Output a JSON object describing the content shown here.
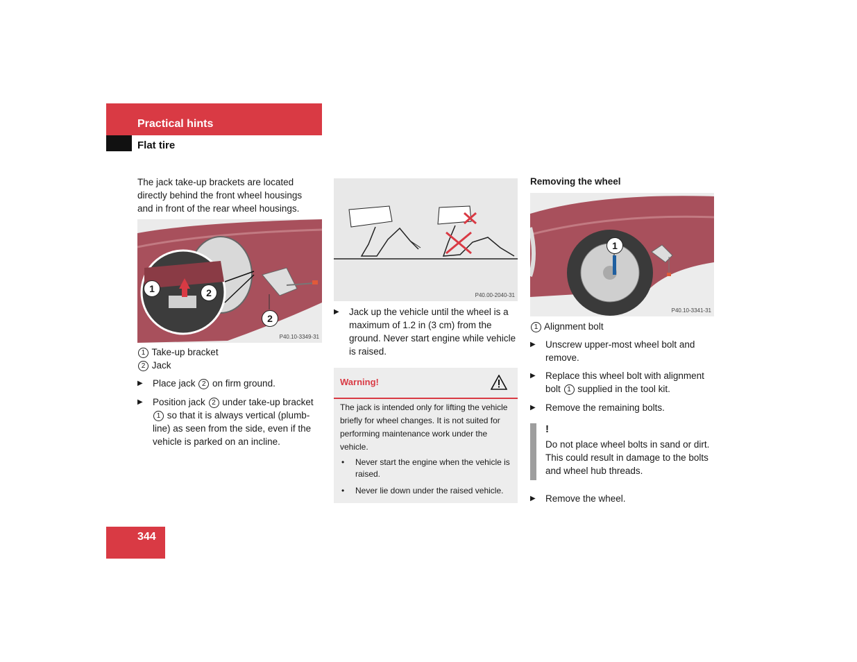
{
  "header": {
    "section": "Practical hints",
    "subsection": "Flat tire"
  },
  "col1": {
    "intro": "The jack take-up brackets are located directly behind the front wheel housings and in front of the rear wheel housings.",
    "figure_code": "P40.10-3349-31",
    "figure_callouts": [
      "1",
      "2",
      "2"
    ],
    "legend": [
      {
        "num": "1",
        "label": "Take-up bracket"
      },
      {
        "num": "2",
        "label": "Jack"
      }
    ],
    "step1": {
      "before": "Place jack ",
      "num": "2",
      "after": " on firm ground."
    },
    "step2": {
      "a": "Position jack ",
      "num1": "2",
      "b": " under take-up bracket ",
      "num2": "1",
      "c": " so that it is always vertical (plumb-line) as seen from the side, even if the vehicle is parked on an incline."
    }
  },
  "col2": {
    "figure_code": "P40.00-2040-31",
    "step": "Jack up the vehicle until the wheel is a maximum of 1.2 in (3 cm) from the ground. Never start engine while vehicle is raised.",
    "warning": {
      "title": "Warning!",
      "icon": "warning-triangle-icon",
      "body": "The jack is intended only for lifting the vehicle briefly for wheel changes. It is not suited for performing maintenance work under the vehicle.",
      "items": [
        "Never start the engine when the vehicle is raised.",
        "Never lie down under the raised vehicle."
      ]
    }
  },
  "col3": {
    "heading": "Removing the wheel",
    "figure_code": "P40.10-3341-31",
    "figure_callout": "1",
    "legend": {
      "num": "1",
      "label": "Alignment bolt"
    },
    "step1": "Unscrew upper-most wheel bolt and remove.",
    "step2": {
      "a": "Replace this wheel bolt with alignment bolt ",
      "num": "1",
      "b": " supplied in the tool kit."
    },
    "step3": "Remove the remaining bolts.",
    "note": {
      "symbol": "!",
      "text": "Do not place wheel bolts in sand or dirt. This could result in damage to the bolts and wheel hub threads."
    },
    "step4": "Remove the wheel."
  },
  "bullet_glyph": "▶",
  "page_number": "344",
  "colors": {
    "accent_red": "#d93a44",
    "car_red": "#a8505c",
    "note_gray": "#9e9e9e"
  }
}
